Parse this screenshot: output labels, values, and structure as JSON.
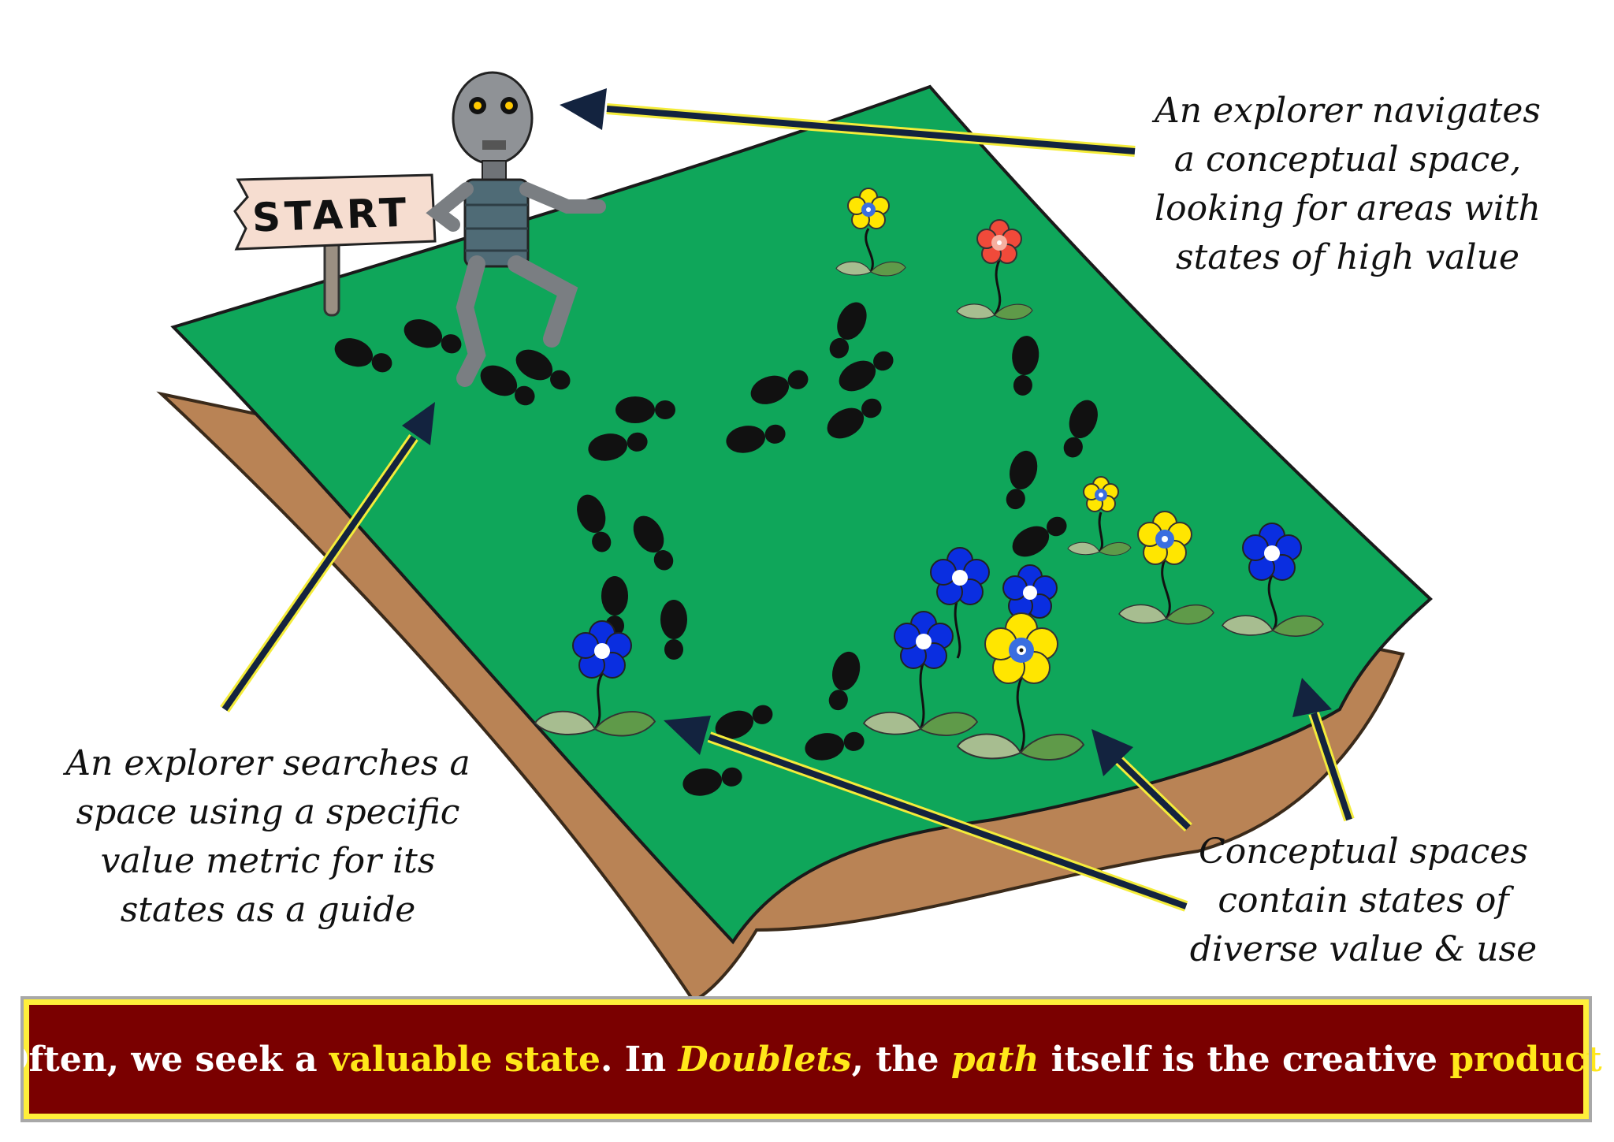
{
  "sign": {
    "label": "START"
  },
  "captions": {
    "top": [
      "An explorer navigates",
      "a conceptual space,",
      "looking for areas with",
      "states of high value"
    ],
    "left": [
      "An explorer searches a",
      "space using a specific",
      "value metric for its",
      "states as a guide"
    ],
    "right": [
      "Conceptual spaces",
      "contain states of",
      "diverse value & use"
    ]
  },
  "banner": {
    "p1": "Often, we seek a ",
    "p2": "valuable state",
    "p3": ". In ",
    "p4": "Doublets",
    "p5": ", the ",
    "p6": "path",
    "p7": " itself is the creative ",
    "p8": "product",
    "p9": "."
  },
  "colors": {
    "field": "#0fa65a",
    "ground": "#b98355",
    "arrow": "#13233f",
    "arrow_highlight": "#f4ec3a",
    "banner_bg": "#7a0000",
    "banner_border": "#ffef3a",
    "highlight_text": "#ffe81a"
  },
  "icons": [
    "robot-explorer-icon",
    "start-sign-icon",
    "footprint-icon",
    "flower-icon"
  ]
}
